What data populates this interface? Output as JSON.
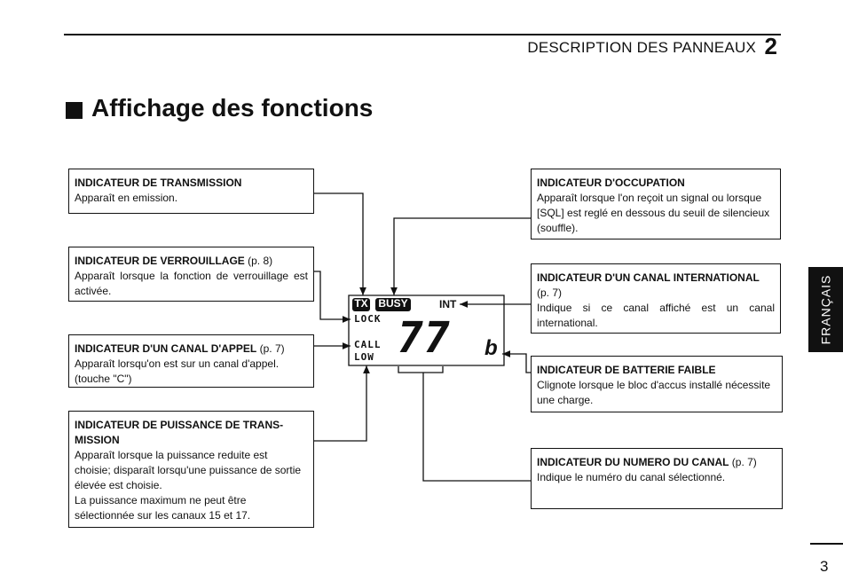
{
  "header": {
    "section_title": "DESCRIPTION DES PANNEAUX",
    "section_number": "2"
  },
  "title": "Affichage des fonctions",
  "side_tab": "FRANÇAIS",
  "page_number": "3",
  "display": {
    "tx": "TX",
    "busy": "BUSY",
    "int": "INT",
    "lock": "LOCK",
    "call": "CALL",
    "low": "LOW",
    "channel": "77",
    "battery": "b"
  },
  "boxes": {
    "transmission": {
      "heading": "INDICATEUR DE TRANSMISSION",
      "body": "Apparaît en emission."
    },
    "lock": {
      "heading": "INDICATEUR DE VERROUILLAGE",
      "ref": "(p. 8)",
      "body": "Apparaît lorsque la fonction de verrouillage est activée."
    },
    "call": {
      "heading": "INDICATEUR D'UN CANAL D'APPEL",
      "ref": "(p. 7)",
      "body1": "Apparaît lorsqu'on est sur un canal d'appel.",
      "body2": "(touche \"C\")"
    },
    "power": {
      "heading": "INDICATEUR DE PUISSANCE DE TRANS-MISSION",
      "body1": "Apparaît lorsque la puissance reduite est choisie; disparaît lorsqu'une puissance de sortie élevée est choisie.",
      "body2": "La puissance maximum ne peut être sélectionnée sur les canaux 15 et 17."
    },
    "busy": {
      "heading": "INDICATEUR D'OCCUPATION",
      "body": "Apparaît lorsque l'on reçoit un signal ou lorsque [SQL] est reglé en dessous du seuil de silencieux (souffle)."
    },
    "international": {
      "heading": "INDICATEUR D'UN CANAL INTERNATIONAL",
      "ref": "(p. 7)",
      "body": "Indique si ce canal affiché est un canal international."
    },
    "battery": {
      "heading": "INDICATEUR DE BATTERIE FAIBLE",
      "body": "Clignote lorsque le bloc d'accus installé nécessite une charge."
    },
    "channel_number": {
      "heading": "INDICATEUR DU NUMERO DU CANAL",
      "ref": "(p. 7)",
      "body": "Indique le numéro du canal sélectionné."
    }
  }
}
